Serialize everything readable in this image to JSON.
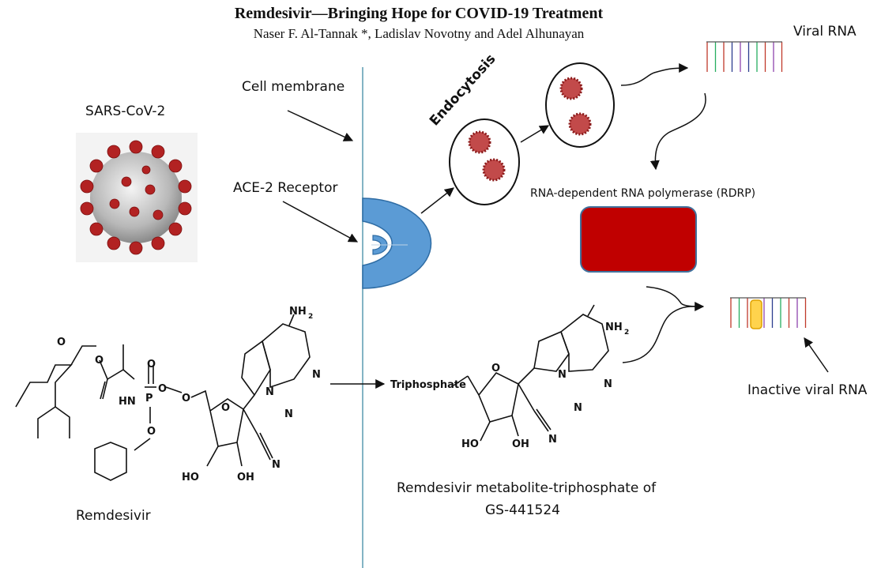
{
  "header": {
    "title": "Remdesivir—Bringing Hope for COVID-19 Treatment",
    "authors": "Naser F. Al-Tannak *, Ladislav Novotny and Adel Alhunayan"
  },
  "labels": {
    "virus": "SARS-CoV-2",
    "cell_membrane": "Cell membrane",
    "receptor": "ACE-2 Receptor",
    "endocytosis": "Endocytosis",
    "viral_rna": "Viral RNA",
    "rdrp": "RNA-dependent RNA polymerase (RDRP)",
    "inactive_rna": "Inactive viral RNA",
    "remdesivir": "Remdesivir",
    "metabolite_line1": "Remdesivir metabolite-triphosphate of",
    "metabolite_line2": "GS-441524"
  },
  "chem": {
    "nh2": "NH",
    "nh2_sub": "2",
    "o": "O",
    "p": "P",
    "hn": "HN",
    "n": "N",
    "oh": "OH",
    "ho": "HO",
    "triphosphate": "Triphosphate"
  },
  "colors": {
    "membrane": "#5a9bb0",
    "receptor": "#5b9bd5",
    "rdrp_fill": "#c00000",
    "rdrp_border": "#41719c",
    "virus_red": "#b22222",
    "inactive_nucleotide": "#ffd34d"
  },
  "rna_strand_colors": [
    "#c0392b",
    "#27ae60",
    "#c0392b",
    "#2c3e8f",
    "#8e44ad",
    "#2c3e8f",
    "#27ae60",
    "#c0392b",
    "#8e44ad",
    "#c0392b"
  ]
}
